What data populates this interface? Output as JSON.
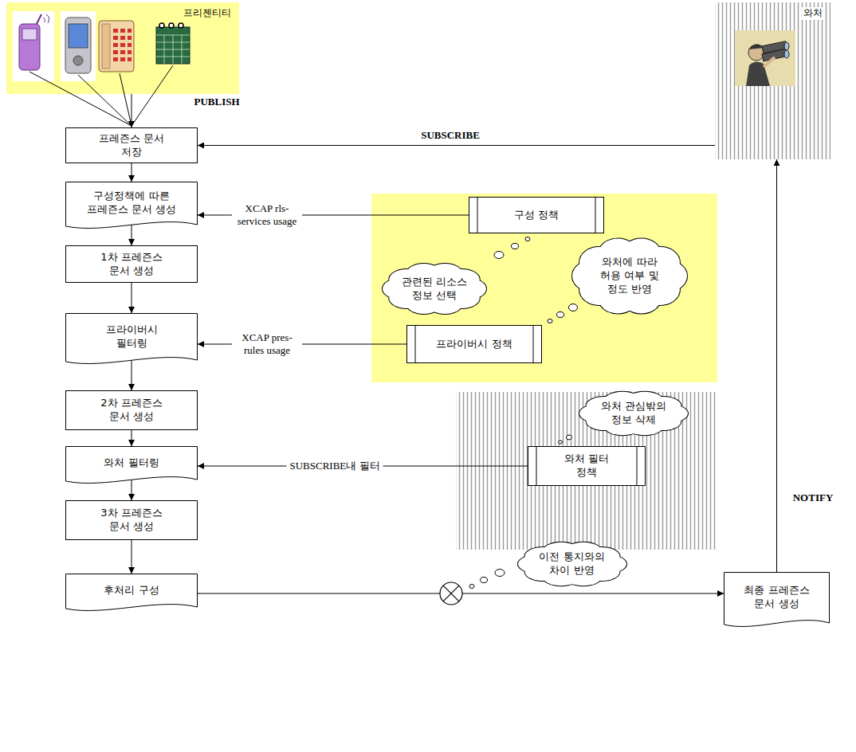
{
  "diagram": {
    "nodes": [
      {
        "text": [
          "프리젠티티"
        ]
      },
      {
        "text": [
          "와처"
        ]
      },
      {
        "text": [
          "프레즌스 문서 저장"
        ]
      },
      {
        "text": [
          "구성정책에 따른 프레즌스 문서 생성"
        ]
      },
      {
        "text": [
          "구성 정책"
        ]
      },
      {
        "text": [
          "관련된 리소스 정보 선택"
        ]
      },
      {
        "text": [
          "1차 프레즌스 문서 생성"
        ]
      },
      {
        "text": [
          "와처에 따라 허용 여부 및 정도 반영"
        ]
      },
      {
        "text": [
          "프라이버시 필터링"
        ]
      },
      {
        "text": [
          "프라이버시 정책"
        ]
      },
      {
        "text": [
          "2차 프레즌스 문서 생성"
        ]
      },
      {
        "text": [
          "와처 관심밖의 정보 삭제"
        ]
      },
      {
        "text": [
          "와처 필터 정책"
        ]
      },
      {
        "text": [
          "와처 필터링"
        ]
      },
      {
        "text": [
          "3차 프레즌스 문서 생성"
        ]
      },
      {
        "text": [
          "후처리 구성"
        ]
      },
      {
        "text": [
          "이전 통지와의 차이 반영"
        ]
      },
      {
        "text": [
          "최종 프레즌스 문서 생성"
        ]
      }
    ],
    "edges": [
      {
        "from": 0,
        "to": 2,
        "arrow": "to",
        "label": "PUBLISH"
      },
      {
        "from": 1,
        "to": 2,
        "arrow": "to",
        "label": "SUBSCRIBE"
      },
      {
        "from": 2,
        "to": 3,
        "arrow": "to"
      },
      {
        "from": 4,
        "to": 3,
        "arrow": "to",
        "label": "XCAP rls-services usage"
      },
      {
        "from": 3,
        "to": 6,
        "arrow": "to"
      },
      {
        "from": 6,
        "to": 8,
        "arrow": "to"
      },
      {
        "from": 9,
        "to": 8,
        "arrow": "to",
        "label": "XCAP pres-rules usage"
      },
      {
        "from": 8,
        "to": 10,
        "arrow": "to"
      },
      {
        "from": 10,
        "to": 13,
        "arrow": "to"
      },
      {
        "from": 12,
        "to": 13,
        "arrow": "to",
        "label": "SUBSCRIBE내 필터"
      },
      {
        "from": 13,
        "to": 14,
        "arrow": "to"
      },
      {
        "from": 14,
        "to": 15,
        "arrow": "to"
      },
      {
        "from": 15,
        "to": 17,
        "arrow": "to"
      },
      {
        "from": 17,
        "to": 1,
        "arrow": "to",
        "label": "NOTIFY"
      }
    ]
  }
}
